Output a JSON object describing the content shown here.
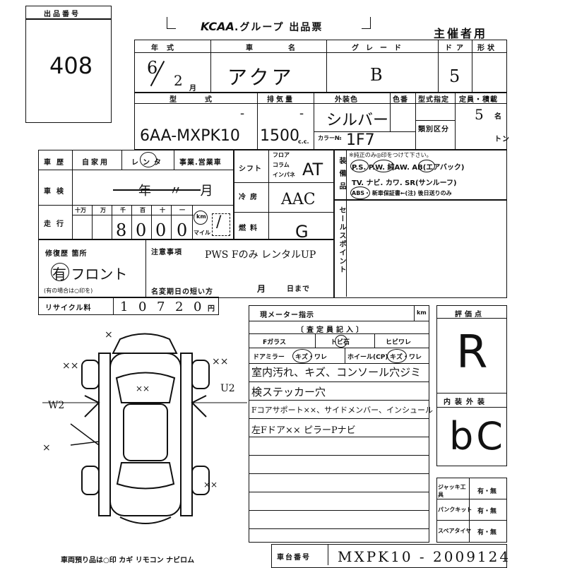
{
  "lot_box": {
    "label": "出品番号",
    "value": "408"
  },
  "header": {
    "brand": "KCAA",
    "title": ".グループ 出品票",
    "organizer": "主催者用"
  },
  "row1": {
    "labels": {
      "year": "年式",
      "name": "車名",
      "grade": "グレード",
      "doors": "ドア",
      "body": "形状"
    },
    "values": {
      "year_top": "6",
      "year_bottom": "2",
      "month_unit": "月",
      "name": "アクア",
      "grade": "B",
      "doors": "5"
    }
  },
  "row2": {
    "labels": {
      "model": "型式",
      "displacement": "排気量",
      "exterior_color": "外装色",
      "color_num": "色番",
      "type_designation": "型式指定",
      "capacity": "定員・積載",
      "class": "類別区分"
    },
    "units": {
      "cc": "c.c.",
      "color_code_label": "カラー№",
      "persons": "名",
      "ton": "トン"
    },
    "values": {
      "model": "6AA-MXPK10",
      "displacement": "1500",
      "color": "シルバー",
      "color_code": "1F7",
      "capacity": "5"
    }
  },
  "history": {
    "labels": {
      "history": "車歴",
      "private": "自家用",
      "rental": "レンタ",
      "business": "事業.営業車"
    },
    "inspection_label": "車検",
    "inspection_value": "年 〃 月",
    "mileage_label": "走行",
    "digit_labels": [
      "十万",
      "万",
      "千",
      "百",
      "十",
      "一"
    ],
    "mileage_digits": [
      "8",
      "0",
      "0",
      "0"
    ],
    "km": "km",
    "mile": "マイル",
    "mileage_mark": "/"
  },
  "specs": {
    "shift_label": "シフト",
    "shift_options": [
      "フロア",
      "コラム",
      "インパネ"
    ],
    "shift_value": "AT",
    "ac_label": "冷房",
    "ac_value": "AAC",
    "fuel_label": "燃料",
    "fuel_value": "G"
  },
  "equipment": {
    "label": "装備品",
    "note": "※純正のみ◎印をつけて下さい。",
    "line1": "P.S. P.W. 純AW. AB(エアバック)",
    "line2": "TV. ナビ. カワ. SR(サンルーフ)",
    "line3": "ABS・ 新車保証書←(注) 後日送りのみ"
  },
  "sales_point_label": "セールスポイント",
  "repair": {
    "label": "修復歴 箇所",
    "value": "有 フロント",
    "note": "(有の場合は○印を)"
  },
  "notes": {
    "label": "注意事項",
    "value": "PWS Fのみ   レンタルUP",
    "name_change_label": "名変期日の短い方",
    "month": "月",
    "day": "日まで"
  },
  "recycle": {
    "label": "リサイクル料",
    "digits": [
      "1",
      "0",
      "7",
      "2",
      "0"
    ],
    "unit": "円"
  },
  "inspector": {
    "meter_label": "現メーター指示",
    "km": "km",
    "header": "〔査定員記入〕",
    "glass": "Fガラス",
    "chip": "トビ石",
    "crack": "ヒビワレ",
    "mirror": "ドアミラー",
    "mirror_options": "キズ・ワレ",
    "wheel": "ホイール(CP)",
    "wheel_options": "キズ・ワレ",
    "comments": [
      "室内汚れ、キズ、コンソール穴ジミ",
      "検ステッカー穴",
      "Fコアサポート××、サイドメンバー、インシュール",
      "左Fドア××  ピラーPナビ"
    ]
  },
  "rating": {
    "label": "評価点",
    "value": "R",
    "interior_label": "内装外装",
    "interior_value": "bC"
  },
  "tools": [
    {
      "label": "ジャッキ工具",
      "value": "有・無"
    },
    {
      "label": "パンクキット",
      "value": "有・無"
    },
    {
      "label": "スペアタイヤ",
      "value": "有・無"
    }
  ],
  "diagram": {
    "marks": [
      "×",
      "××",
      "××",
      "W2",
      "×",
      "U2",
      "××",
      "××"
    ]
  },
  "footer": {
    "left": "車両預り品は○印   カギ  リモコン  ナビロム",
    "chassis_label": "車台番号",
    "chassis_value": "MXPK10 - 2009124"
  }
}
